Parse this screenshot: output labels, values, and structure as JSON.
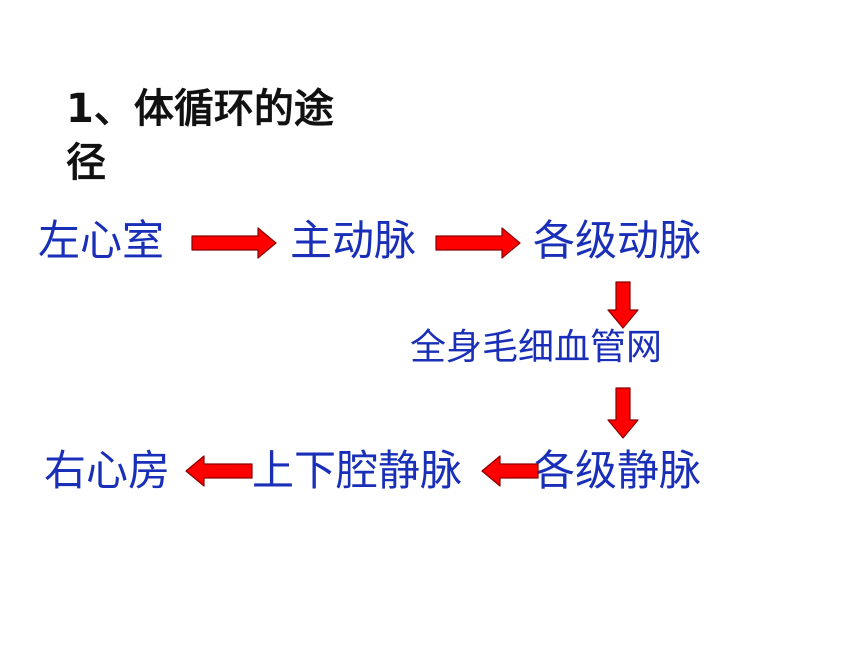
{
  "title": "1、体循环的途径",
  "colors": {
    "node_text": "#1a2fb8",
    "arrow_fill": "#ff0000",
    "arrow_stroke": "#8a0000",
    "title_text": "#111111"
  },
  "nodes": {
    "left_ventricle": "左心室",
    "aorta": "主动脉",
    "arteries": "各级动脉",
    "capillaries": "全身毛细血管网",
    "veins": "各级静脉",
    "vena_cava": "上下腔静脉",
    "right_atrium": "右心房"
  },
  "flow": [
    [
      "left_ventricle",
      "aorta"
    ],
    [
      "aorta",
      "arteries"
    ],
    [
      "arteries",
      "capillaries"
    ],
    [
      "capillaries",
      "veins"
    ],
    [
      "veins",
      "vena_cava"
    ],
    [
      "vena_cava",
      "right_atrium"
    ]
  ]
}
